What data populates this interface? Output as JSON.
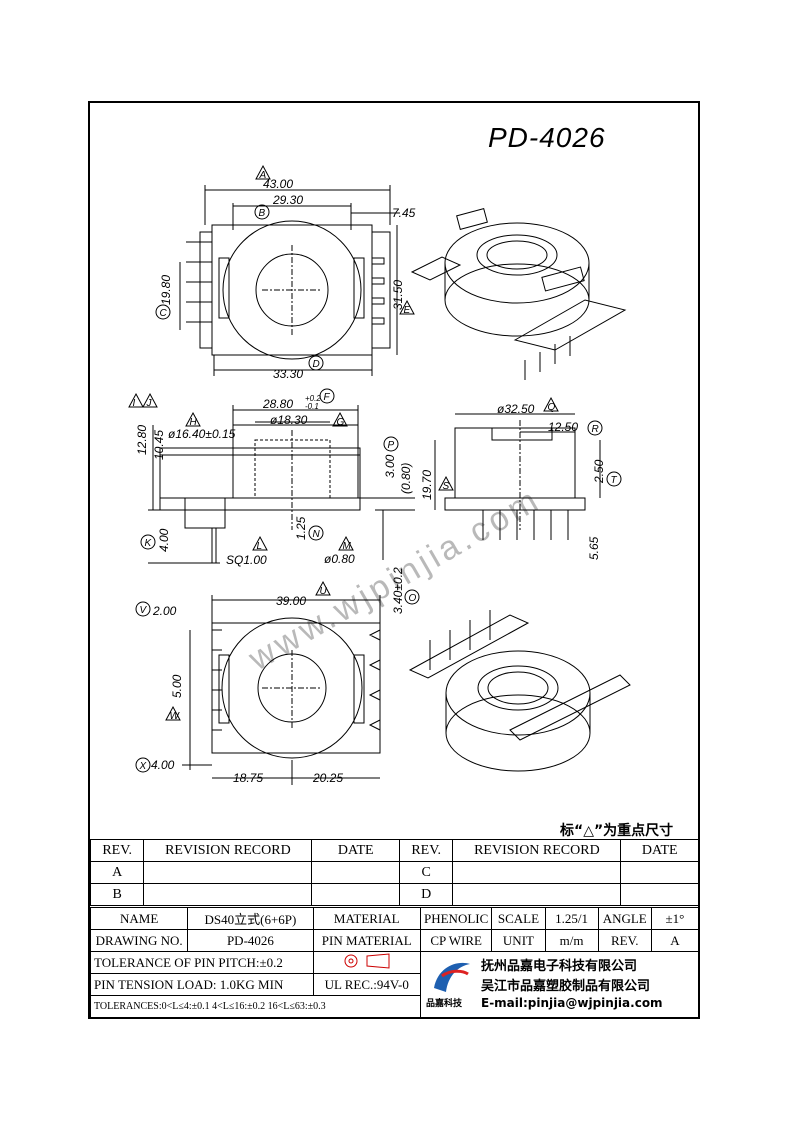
{
  "drawing": {
    "title": "PD-4026",
    "watermark": "www.wjpinjia.com",
    "note": "标“△”为重点尺寸"
  },
  "dimensions": {
    "A": "43.00",
    "B": "29.30",
    "ovh": "7.45",
    "C": "19.80",
    "E": "31.50",
    "D": "33.30",
    "I": "12.80",
    "J": "10.45",
    "F": "28.80",
    "F_tol_up": "+0.2",
    "F_tol_dn": "-0.1",
    "G": "ø18.30",
    "H": "ø16.40±0.15",
    "P": "3.00",
    "P2": "(0.80)",
    "N": "1.25",
    "K": "4.00",
    "L": "SQ1.00",
    "M": "ø0.80",
    "O": "3.40±0.2",
    "Q": "ø32.50",
    "R": "12.50",
    "S": "19.70",
    "T": "2.50",
    "h": "5.65",
    "V": "2.00",
    "U": "39.00",
    "W": "5.00",
    "X": "4.00",
    "bl": "18.75",
    "br": "20.25"
  },
  "labels": [
    "A",
    "B",
    "C",
    "D",
    "E",
    "F",
    "G",
    "H",
    "I",
    "J",
    "K",
    "L",
    "M",
    "N",
    "O",
    "P",
    "Q",
    "R",
    "S",
    "T",
    "U",
    "V",
    "W",
    "X"
  ],
  "revision": {
    "headers": [
      "REV.",
      "REVISION RECORD",
      "DATE",
      "REV.",
      "REVISION RECORD",
      "DATE"
    ],
    "rows": [
      [
        "A",
        "",
        "",
        "C",
        "",
        ""
      ],
      [
        "B",
        "",
        "",
        "D",
        "",
        ""
      ]
    ]
  },
  "title_block": {
    "name_label": "NAME",
    "name_value": "DS40立式(6+6P)",
    "material_label": "MATERIAL",
    "material_value": "PHENOLIC",
    "scale_label": "SCALE",
    "scale_value": "1.25/1",
    "angle_label": "ANGLE",
    "angle_value": "±1°",
    "drawing_no_label": "DRAWING NO.",
    "drawing_no_value": "PD-4026",
    "pin_material_label": "PIN MATERIAL",
    "pin_material_value": "CP WIRE",
    "unit_label": "UNIT",
    "unit_value": "m/m",
    "rev_label": "REV.",
    "rev_value": "A",
    "pin_pitch": "TOLERANCE OF PIN PITCH:±0.2",
    "pin_tension": "PIN TENSION LOAD: 1.0KG  MIN",
    "ul": "UL REC.:94V-0",
    "tolerances": "TOLERANCES:0<L≤4:±0.1  4<L≤16:±0.2  16<L≤63:±0.3",
    "company1": "抚州品嘉电子科技有限公司",
    "company2": "吴江市品嘉塑胶制品有限公司",
    "email": "E-mail:pinjia@wjpinjia.com",
    "logo_text": "品嘉科技"
  }
}
